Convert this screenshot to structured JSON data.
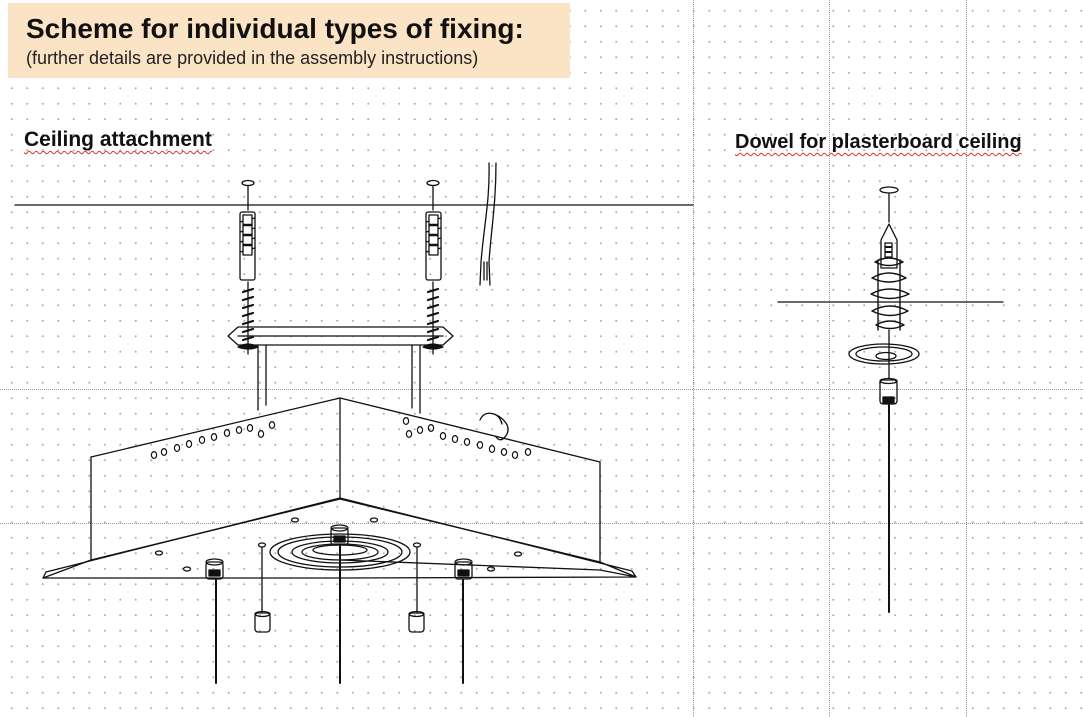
{
  "header": {
    "title": "Scheme for individual types of fixing:",
    "subtitle": "(further details are provided in the assembly instructions)"
  },
  "sections": {
    "ceiling_attachment": "Ceiling attachment",
    "dowel": "Dowel for plasterboard ceiling"
  },
  "colors": {
    "title_background": "#fbe3c6",
    "line": "#111111",
    "spellcheck_underline": "#dd3333"
  }
}
